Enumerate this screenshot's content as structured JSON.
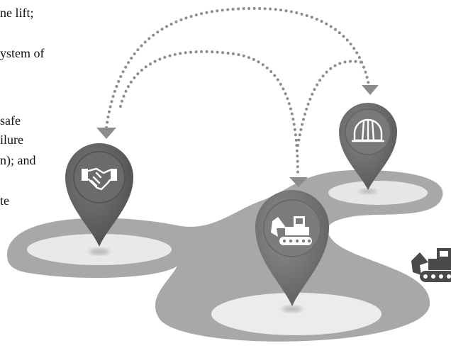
{
  "text_lines": [
    "ne lift;",
    "ystem of",
    "safe",
    "ilure",
    "n); and",
    "te"
  ],
  "icons": {
    "left_pin": "handshake-icon",
    "center_pin": "excavator-icon",
    "right_pin": "hard-hat-icon",
    "corner": "excavator-icon"
  },
  "colors": {
    "pin_left": "#5c5c5c",
    "pin_center": "#717171",
    "pin_right": "#6a6a6a",
    "pin_face": "#7f7f7f",
    "path_band": "#a8a8a8",
    "path_oval": "#e9e9e9",
    "dots": "#8c8c8c"
  }
}
